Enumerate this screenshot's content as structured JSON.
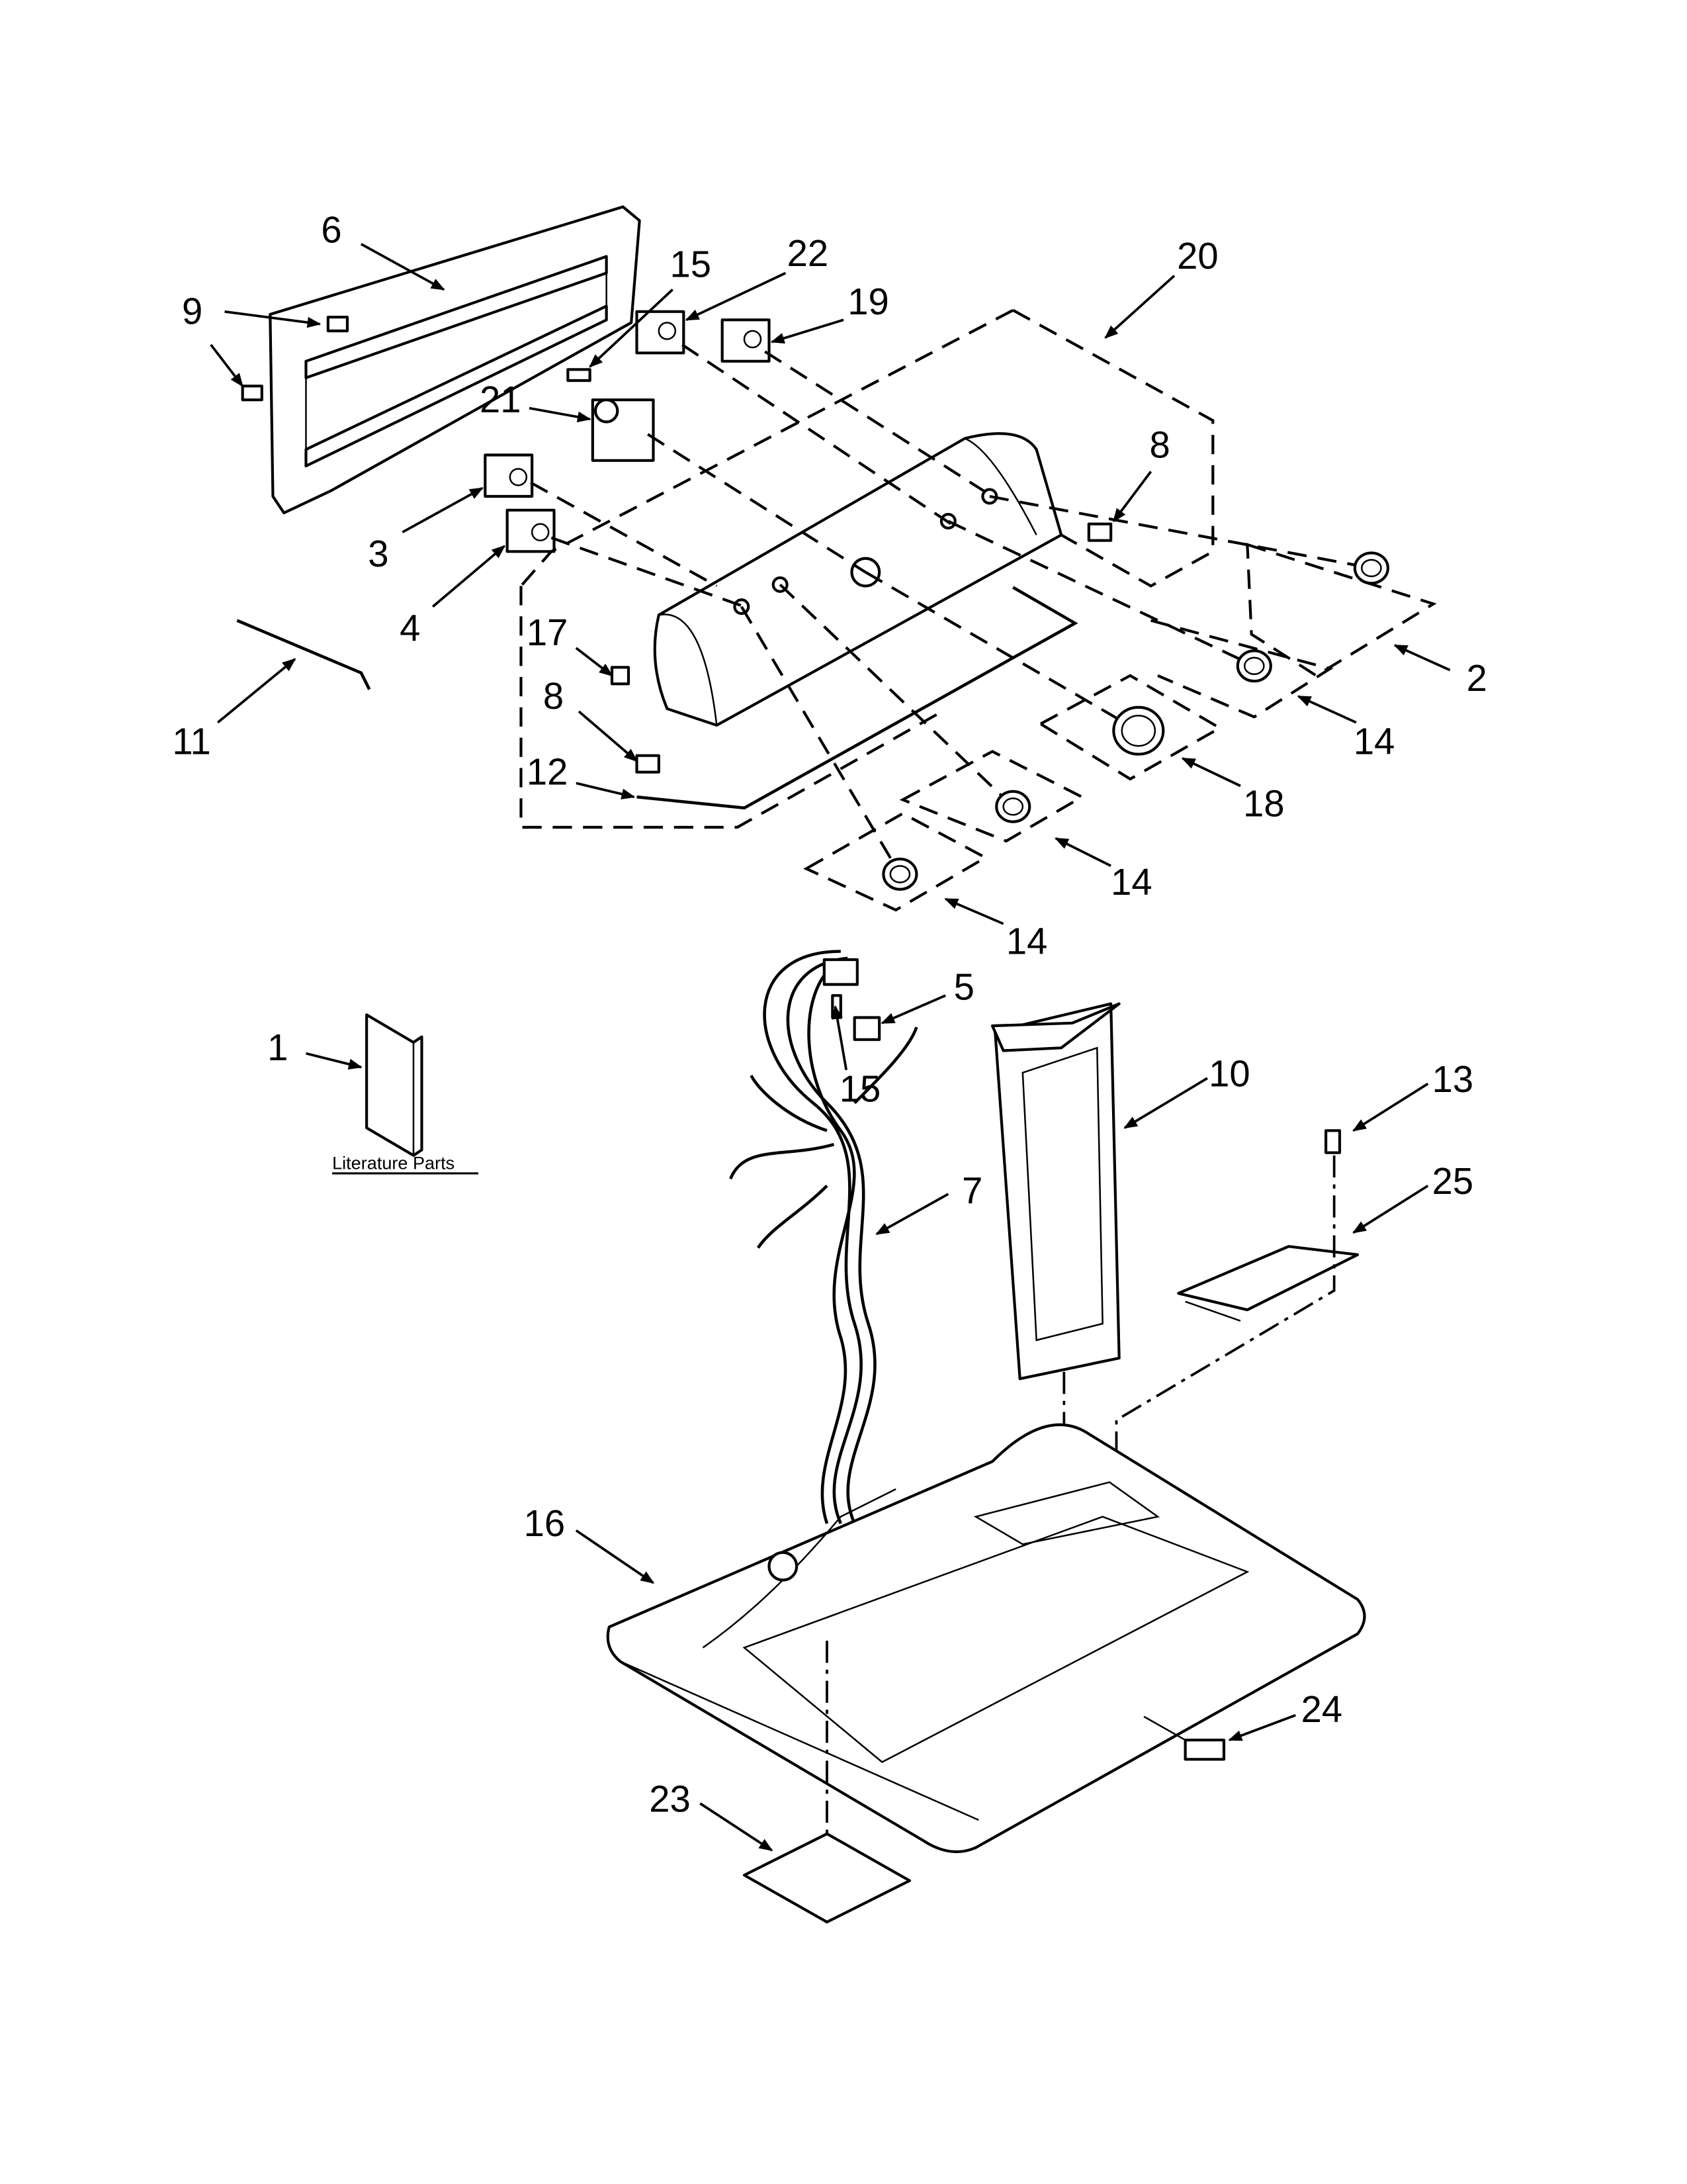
{
  "diagram": {
    "type": "exploded parts diagram",
    "line_color": "#000000",
    "background": "#ffffff",
    "labels": {
      "p1": "1",
      "p2": "2",
      "p3": "3",
      "p4": "4",
      "p5": "5",
      "p6": "6",
      "p7": "7",
      "p8a": "8",
      "p8b": "8",
      "p9": "9",
      "p10": "10",
      "p11": "11",
      "p12": "12",
      "p13": "13",
      "p14a": "14",
      "p14b": "14",
      "p14c": "14",
      "p15a": "15",
      "p15b": "15",
      "p16": "16",
      "p17": "17",
      "p18": "18",
      "p19": "19",
      "p20": "20",
      "p21": "21",
      "p22": "22",
      "p23": "23",
      "p24": "24",
      "p25": "25"
    },
    "literature_caption": "Literature Parts"
  }
}
